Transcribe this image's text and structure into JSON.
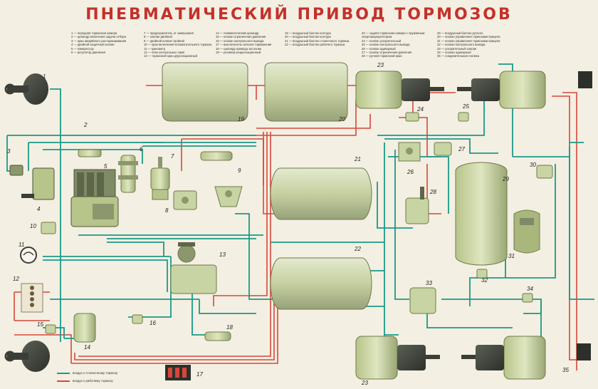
{
  "title": "ПНЕВМАТИЧЕСКИЙ ПРИВОД ТОРМОЗОВ",
  "legend_columns": [
    [
      "1 — передняя тормозная камера",
      "2 — цилиндр включения задачи отбора",
      "3 — кран аварийного растормаживания",
      "4 — двойной защитный клапан",
      "5 — компрессор",
      "6 — регулятор давления"
    ],
    [
      "7 — предохранитель от замерзания",
      "8 — клапан двойной",
      "9 — двойной клапан тройной",
      "10 — кран включения вспомогательного тормоза",
      "11 — манометр",
      "12 — блок контрольных ламп",
      "13 — тормозной кран двухсекционный"
    ],
    [
      "14 — пневматический цилиндр",
      "15 — клапан ограничения давления",
      "16 — клапан контрольного вывода",
      "17 — выключатель сигнала торможения",
      "18 — цилиндр привода заслонки",
      "19 — ресивер конденсационный"
    ],
    [
      "19 — воздушный баллон контура",
      "20 — воздушный баллон контура",
      "21 — воздушный баллон стояночного тормоза",
      "22 — воздушный баллон рабочего тормоза"
    ],
    [
      "23 — задняя тормозная камера с пружинным энергоаккумулятором",
      "24 — клапан ускорительный",
      "25 — клапан контрольного вывода",
      "26 — клапан одинарный",
      "27 — клапан ограничения давления",
      "28 — ручной тормозной кран"
    ],
    [
      "29 — воздушный баллон ручного",
      "30 — клапан управления тормозами прицепа",
      "31 — клапан управления тормозами прицепа",
      "32 — клапан контрольного вывода",
      "33 — ускорительный клапан",
      "34 — клапан одинарный",
      "35 — соединительная головка"
    ]
  ],
  "callouts": [
    "1",
    "2",
    "3",
    "4",
    "5",
    "6",
    "7",
    "8",
    "9",
    "10",
    "11",
    "12",
    "13",
    "14",
    "15",
    "16",
    "17",
    "18",
    "19",
    "20",
    "21",
    "22",
    "23",
    "23",
    "24",
    "25",
    "26",
    "27",
    "28",
    "29",
    "30",
    "31",
    "32",
    "33",
    "34",
    "35"
  ],
  "key": [
    {
      "label": "воздух к стояночному тормозу",
      "color": "#1b9a8a"
    },
    {
      "label": "воздух к рабочему тормозу",
      "color": "#d8463a"
    }
  ],
  "colors": {
    "pipe_green": "#1b9a8a",
    "pipe_red": "#d8463a",
    "component": "#c9d4a4",
    "component_stroke": "#6f7a4a",
    "title": "#c4312b"
  }
}
